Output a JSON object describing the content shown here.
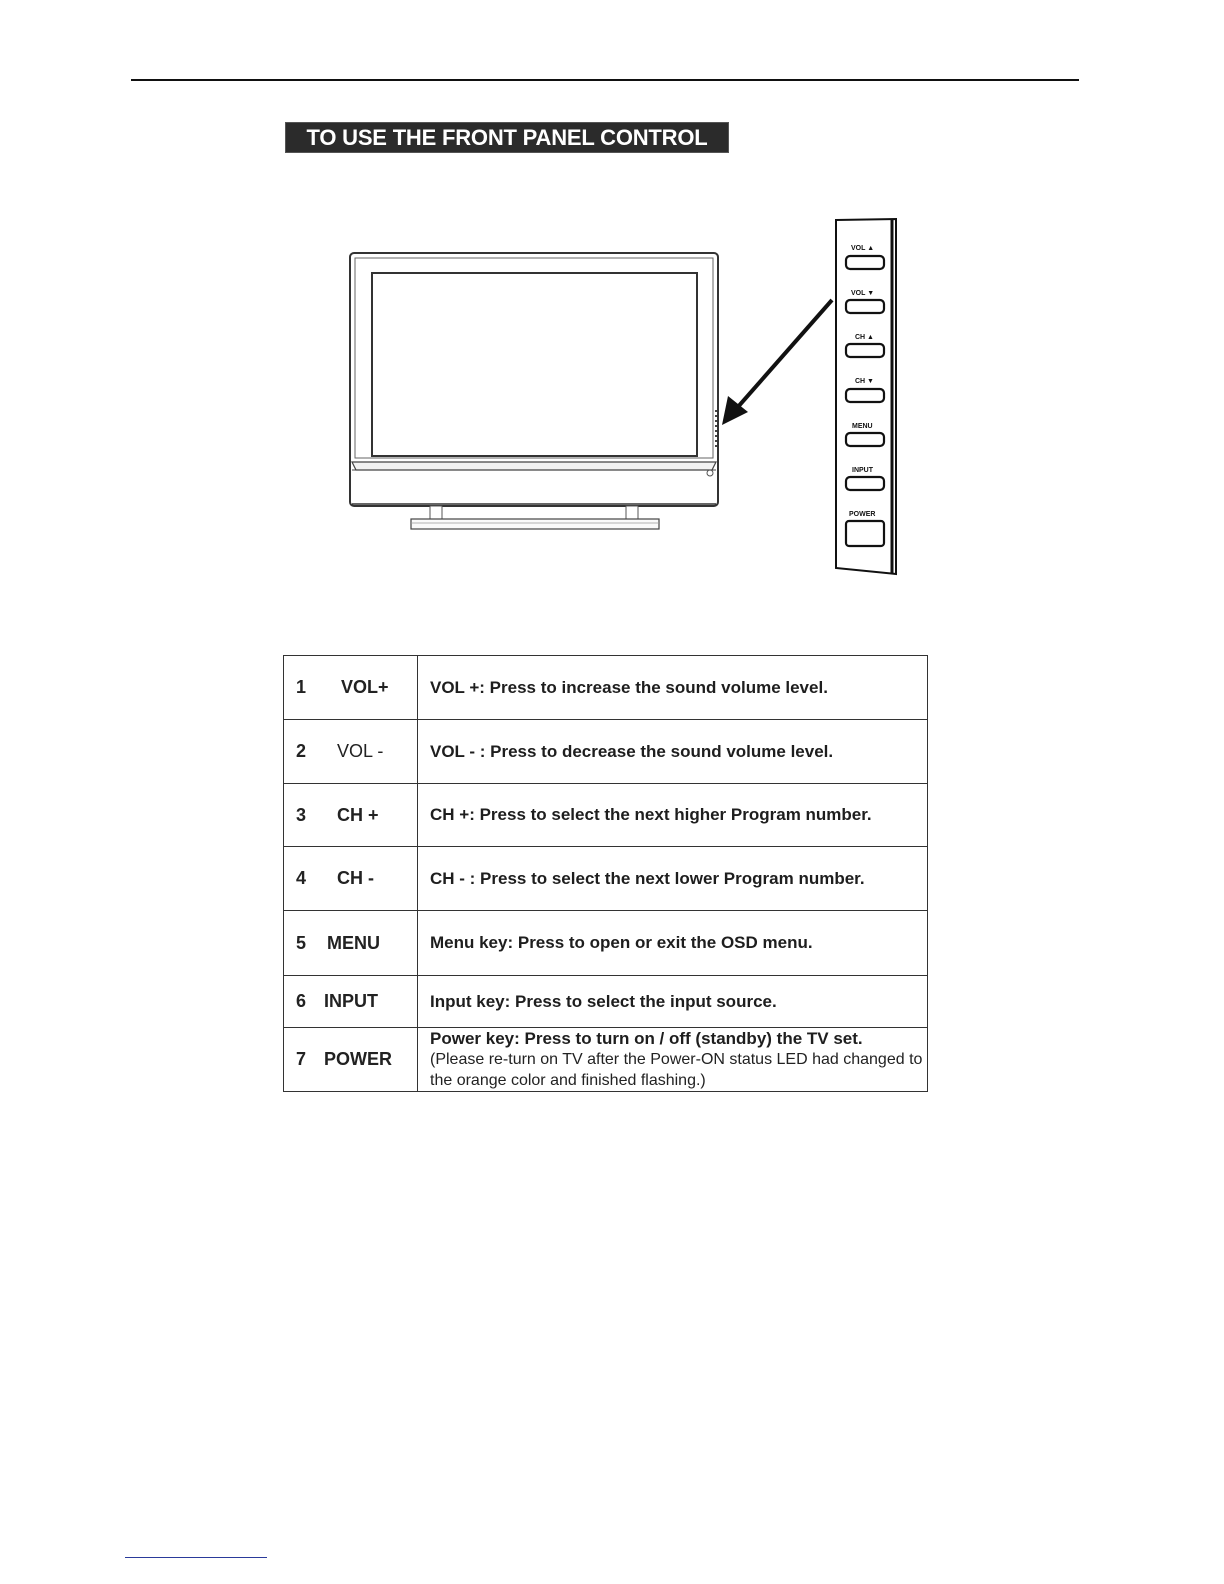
{
  "section": {
    "title": "TO USE THE FRONT PANEL CONTROL"
  },
  "panel": {
    "buttons": [
      "VOL ▲",
      "VOL ▼",
      "CH ▲",
      "CH ▼",
      "MENU",
      "INPUT",
      "POWER"
    ]
  },
  "controls": [
    {
      "num": "1",
      "key": "VOL+",
      "desc": "VOL +: Press to increase the sound volume level."
    },
    {
      "num": "2",
      "key": "VOL -",
      "desc": "VOL - : Press to decrease the sound volume level."
    },
    {
      "num": "3",
      "key": "CH +",
      "desc": "CH +: Press to select the next higher Program number."
    },
    {
      "num": "4",
      "key": "CH -",
      "desc": "CH - : Press to select the next lower Program number."
    },
    {
      "num": "5",
      "key": "MENU",
      "desc": "Menu key: Press to open or exit the OSD menu."
    },
    {
      "num": "6",
      "key": "INPUT",
      "desc": "Input key: Press to select the input source."
    },
    {
      "num": "7",
      "key": "POWER",
      "desc": "Power key: Press to turn on / off (standby) the TV set.",
      "note": "(Please re-turn on TV after the Power-ON status LED had changed to the orange color and finished flashing.)"
    }
  ]
}
